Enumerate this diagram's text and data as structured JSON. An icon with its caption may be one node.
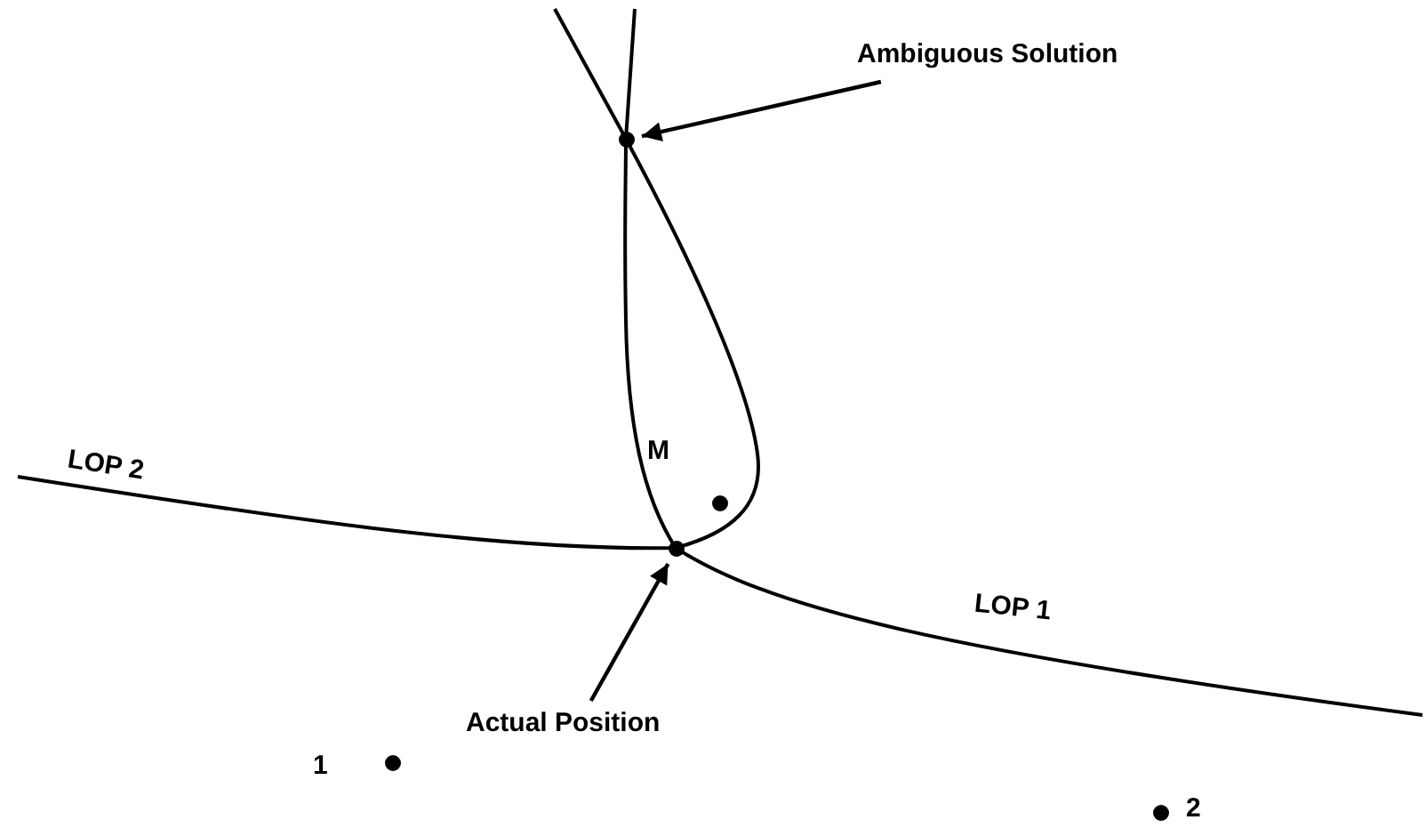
{
  "diagram": {
    "nodes": [
      {
        "text": [
          "Ambiguous Solution"
        ]
      },
      {
        "text": [],
        "shape": "circle"
      },
      {
        "text": [
          "Actual Position"
        ]
      },
      {
        "text": [],
        "shape": "circle"
      }
    ],
    "edges": [
      {
        "from": 0,
        "to": 1,
        "arrow": "to"
      },
      {
        "from": 2,
        "to": 3,
        "arrow": "to"
      }
    ],
    "labels": [
      "LOP 2",
      "M",
      "LOP 1",
      "1",
      "2"
    ]
  }
}
